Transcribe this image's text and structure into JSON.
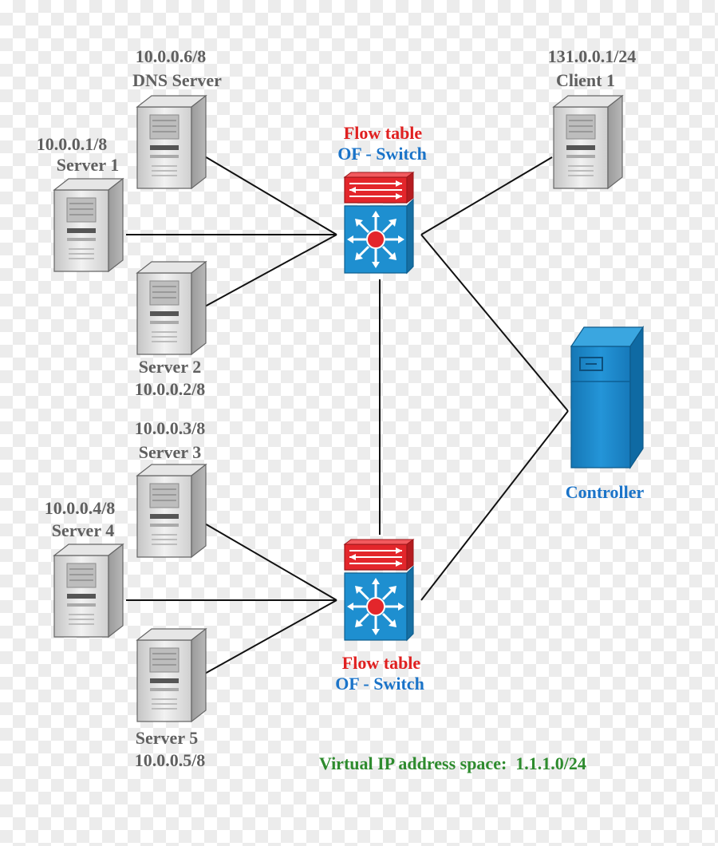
{
  "nodes": {
    "dns_server": {
      "ip": "10.0.0.6/8",
      "name": "DNS Server"
    },
    "server1": {
      "ip": "10.0.0.1/8",
      "name": "Server 1"
    },
    "server2": {
      "name": "Server 2",
      "ip": "10.0.0.2/8"
    },
    "server3": {
      "ip": "10.0.0.3/8",
      "name": "Server 3"
    },
    "server4": {
      "ip": "10.0.0.4/8",
      "name": "Server 4"
    },
    "server5": {
      "name": "Server 5",
      "ip": "10.0.0.5/8"
    },
    "client1": {
      "ip": "131.0.0.1/24",
      "name": "Client 1"
    },
    "controller": {
      "name": "Controller"
    }
  },
  "switches": {
    "top": {
      "table_label": "Flow table",
      "switch_label": "OF - Switch"
    },
    "bottom": {
      "table_label": "Flow table",
      "switch_label": "OF - Switch"
    }
  },
  "footer": {
    "virtual_ip": "Virtual IP address space:  1.1.1.0/24"
  },
  "colors": {
    "server_gray": "#d9d9d9",
    "switch_blue": "#1e8fd0",
    "flow_table_red": "#e3262b",
    "controller_blue": "#1c86c4",
    "label_red": "#e02020",
    "label_blue": "#1a73c8",
    "label_green": "#2e8b2e"
  }
}
